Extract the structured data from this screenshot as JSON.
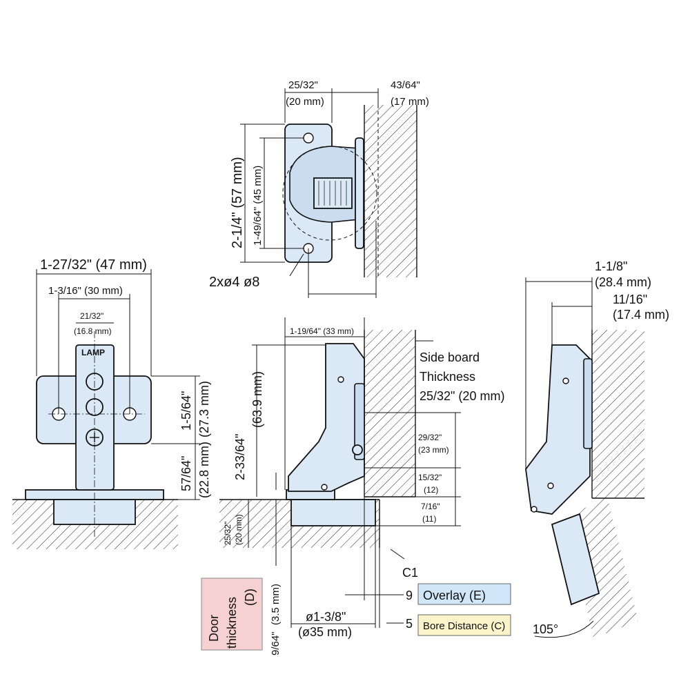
{
  "top_view": {
    "width_in": "25/32\"",
    "width_mm": "(20 mm)",
    "offset_in": "43/64\"",
    "offset_mm": "(17 mm)",
    "height_outer": "2-1/4\" (57 mm)",
    "height_inner": "1-49/64\" (45 mm)",
    "holes": "2xø4  ø8"
  },
  "front_view": {
    "overall_width": "1-27/32\" (47 mm)",
    "hole_spacing": "1-3/16\" (30 mm)",
    "center_width_in": "21/32\"",
    "center_width_mm": "(16.8 mm)",
    "upper_height_in": "1-5/64\"",
    "upper_height_mm": "(27.3 mm)",
    "lower_height_in": "57/64\"",
    "lower_height_mm": "(22.8 mm)",
    "logo": "LAMP"
  },
  "side_view": {
    "depth": "1-19/64\" (33 mm)",
    "height_in": "2-33/64\"",
    "height_mm": "(63.9 mm)",
    "side_board_1": "Side board",
    "side_board_2": "Thickness",
    "side_board_3": "25/32\" (20 mm)",
    "dim_a_in": "29/32\"",
    "dim_a_mm": "(23 mm)",
    "dim_b_in": "15/32\"",
    "dim_b_mm": "(12)",
    "dim_c_in": "7/16\"",
    "dim_c_mm": "(11)",
    "door_in": "25/32\"",
    "door_mm": "(20 mm)",
    "cup_in": "9/64\"",
    "cup_mm": "(3.5 mm)",
    "cup_dia_in": "ø1-3/8\"",
    "cup_dia_mm": "(ø35 mm)",
    "c1": "C1",
    "overlay_value": "9",
    "overlay_label": "Overlay (E)",
    "bore_value": "5",
    "bore_label": "Bore Distance (C)",
    "door_thickness_1": "Door",
    "door_thickness_2": "thickness",
    "door_thickness_3": "(D)"
  },
  "open_view": {
    "width_in": "1-1/8\"",
    "width_mm": "(28.4 mm)",
    "offset_in": "11/16\"",
    "offset_mm": "(17.4 mm)",
    "angle": "105°"
  },
  "colors": {
    "part_fill": "#dbe9f7",
    "overlay_box": "#cfe7f8",
    "bore_box": "#fbf3c9",
    "door_box": "#f6d1d1"
  }
}
